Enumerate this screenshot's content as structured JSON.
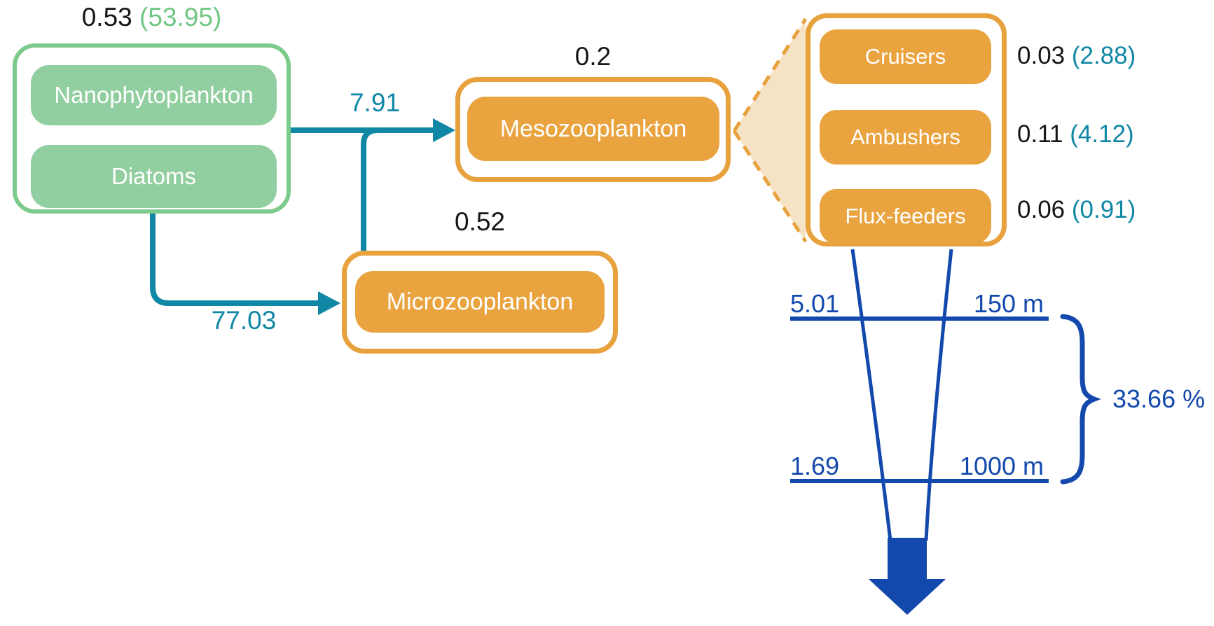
{
  "colors": {
    "green_border": "#7CCB8C",
    "green_fill": "#92CFA0",
    "green_accent_text": "#70C783",
    "orange_border": "#E8A23D",
    "orange_fill": "#E9A440",
    "cone_fill": "#F6E3C6",
    "teal_flow": "#0F87A5",
    "blue_export": "#1349AC",
    "text_black": "#161616"
  },
  "producers": {
    "value": "0.53",
    "paren": "(53.95)",
    "nodes": [
      {
        "label": "Nanophytoplankton"
      },
      {
        "label": "Diatoms"
      }
    ]
  },
  "flows": {
    "to_mesozooplankton": "7.91",
    "to_microzooplankton": "77.03"
  },
  "mesozooplankton": {
    "value": "0.2",
    "label": "Mesozooplankton"
  },
  "microzooplankton": {
    "value": "0.52",
    "label": "Microzooplankton"
  },
  "guilds": {
    "items": [
      {
        "label": "Cruisers",
        "value": "0.03",
        "paren": "(2.88)"
      },
      {
        "label": "Ambushers",
        "value": "0.11",
        "paren": "(4.12)"
      },
      {
        "label": "Flux-feeders",
        "value": "0.06",
        "paren": "(0.91)"
      }
    ]
  },
  "export_flux": {
    "levels": [
      {
        "flux": "5.01",
        "depth": "150 m"
      },
      {
        "flux": "1.69",
        "depth": "1000 m"
      }
    ],
    "transfer_efficiency": "33.66 %"
  }
}
